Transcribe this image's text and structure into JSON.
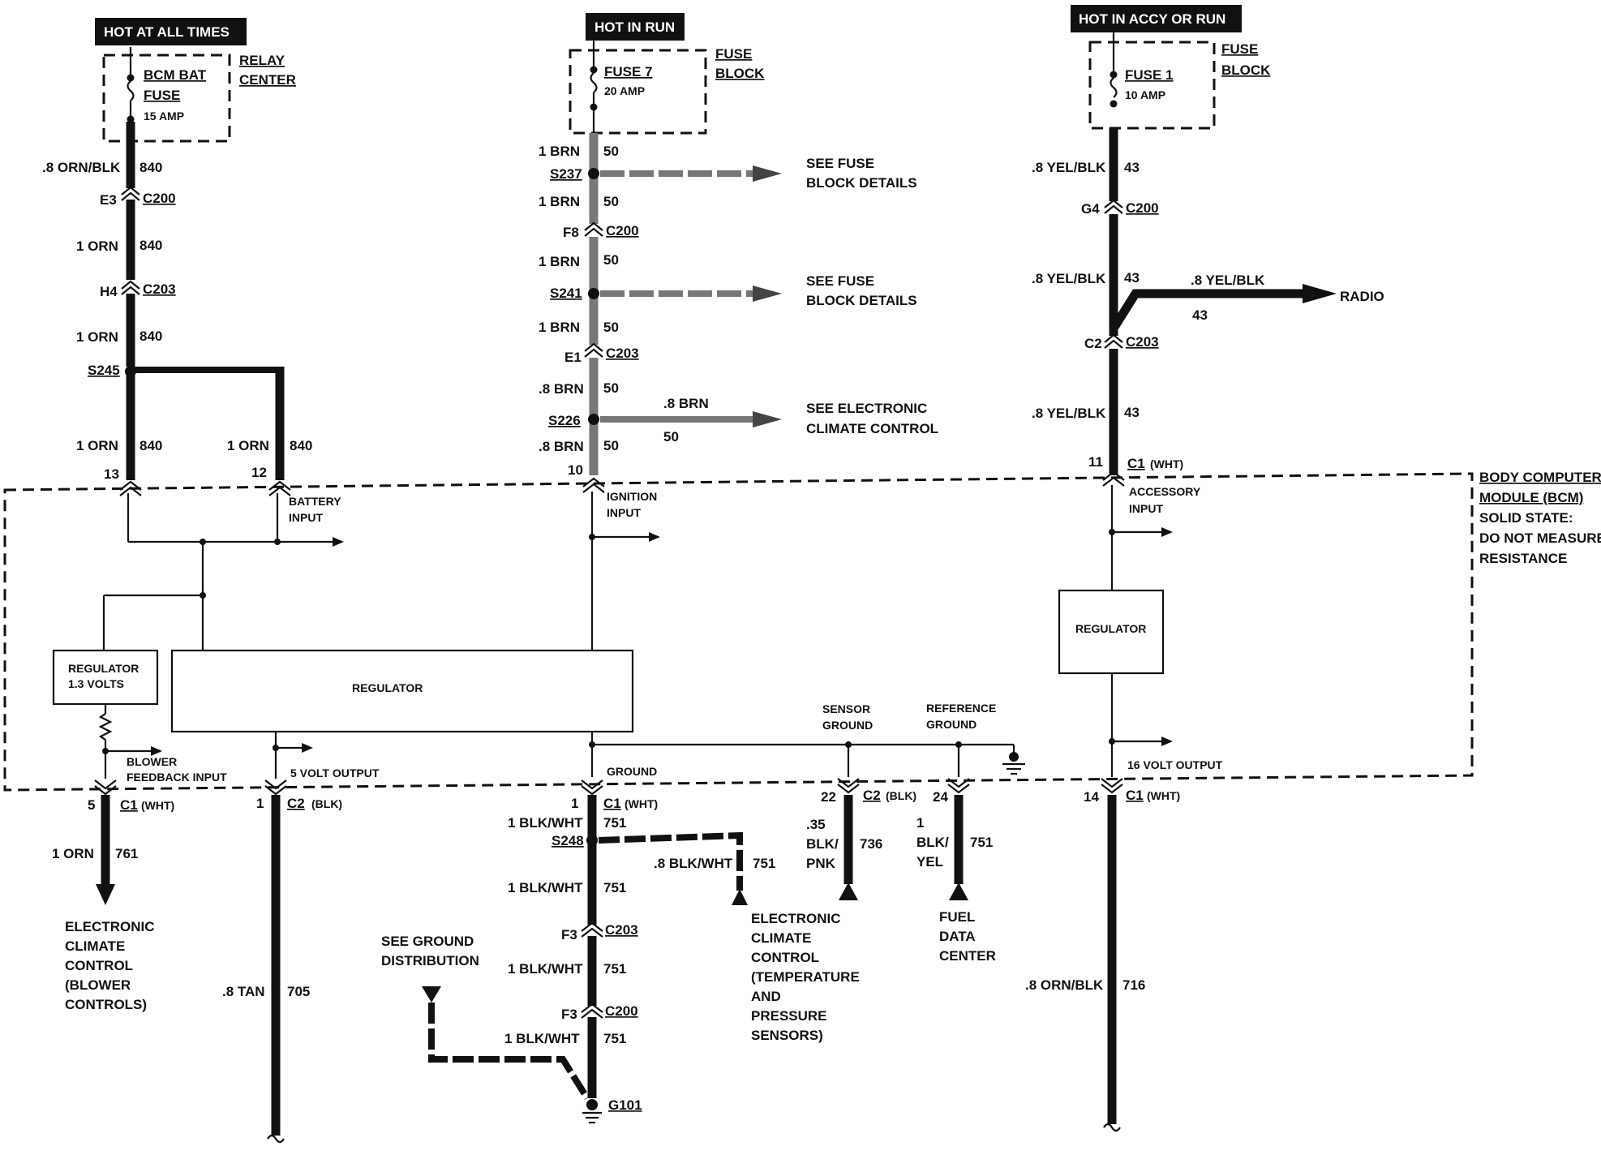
{
  "headers": {
    "hot_always": "HOT AT ALL TIMES",
    "hot_run": "HOT IN RUN",
    "hot_accy": "HOT IN ACCY OR RUN"
  },
  "fuses": {
    "bcm_bat": {
      "name_line1": "BCM BAT",
      "name_line2": "FUSE",
      "rating": "15 AMP",
      "location_line1": "RELAY",
      "location_line2": "CENTER"
    },
    "fuse7": {
      "name": "FUSE 7",
      "rating": "20 AMP",
      "location_line1": "FUSE",
      "location_line2": "BLOCK"
    },
    "fuse1": {
      "name": "FUSE 1",
      "rating": "10 AMP",
      "location_line1": "FUSE",
      "location_line2": "BLOCK"
    }
  },
  "left_column": {
    "w1": ".8 ORN/BLK",
    "c1": "840",
    "conn1_pin": "E3",
    "conn1": "C200",
    "w2": "1 ORN",
    "c2": "840",
    "conn2_pin": "H4",
    "conn2": "C203",
    "w3": "1 ORN",
    "c3": "840",
    "splice": "S245",
    "w4": "1 ORN",
    "c4": "840",
    "w5": "1 ORN",
    "c5": "840",
    "pin13": "13",
    "pin12": "12"
  },
  "mid_column": {
    "w1": "1 BRN",
    "c1": "50",
    "s1": "S237",
    "s1_dest_l1": "SEE FUSE",
    "s1_dest_l2": "BLOCK DETAILS",
    "w2": "1 BRN",
    "c2": "50",
    "conn1_pin": "F8",
    "conn1": "C200",
    "w3": "1 BRN",
    "c3": "50",
    "s2": "S241",
    "s2_dest_l1": "SEE FUSE",
    "s2_dest_l2": "BLOCK DETAILS",
    "w4": "1 BRN",
    "c4": "50",
    "conn2_pin": "E1",
    "conn2": "C203",
    "w5": ".8 BRN",
    "c5": "50",
    "s3": "S226",
    "s3_wire": ".8 BRN",
    "s3_circuit": "50",
    "s3_dest_l1": "SEE ELECTRONIC",
    "s3_dest_l2": "CLIMATE CONTROL",
    "w6": ".8 BRN",
    "c6": "50",
    "pin10": "10"
  },
  "right_column": {
    "w1": ".8 YEL/BLK",
    "c1": "43",
    "conn1_pin": "G4",
    "conn1": "C200",
    "w2": ".8 YEL/BLK",
    "c2": "43",
    "radio_wire": ".8 YEL/BLK",
    "radio_circuit": "43",
    "radio": "RADIO",
    "conn2_pin": "C2",
    "conn2": "C203",
    "w3": ".8 YEL/BLK",
    "c3": "43",
    "pin11": "11",
    "conn3": "C1",
    "conn3_color": "(WHT)"
  },
  "bcm": {
    "title_l1": "BODY COMPUTER",
    "title_l2": "MODULE (BCM)",
    "title_l3": "SOLID STATE:",
    "title_l4": "DO NOT MEASURE",
    "title_l5": "RESISTANCE",
    "battery_input_l1": "BATTERY",
    "battery_input_l2": "INPUT",
    "ignition_input_l1": "IGNITION",
    "ignition_input_l2": "INPUT",
    "accessory_input_l1": "ACCESSORY",
    "accessory_input_l2": "INPUT",
    "regulator_small_l1": "REGULATOR",
    "regulator_small_l2": "1.3 VOLTS",
    "regulator_main": "REGULATOR",
    "regulator_right": "REGULATOR",
    "sensor_ground_l1": "SENSOR",
    "sensor_ground_l2": "GROUND",
    "reference_ground_l1": "REFERENCE",
    "reference_ground_l2": "GROUND",
    "blower_l1": "BLOWER",
    "blower_l2": "FEEDBACK INPUT",
    "five_volt": "5 VOLT OUTPUT",
    "ground": "GROUND",
    "sixteen_volt": "16 VOLT OUTPUT"
  },
  "bottom": {
    "p5": "5",
    "p5_conn": "C1",
    "p5_color": "(WHT)",
    "p5_wire": "1 ORN",
    "p5_circuit": "761",
    "p5_dest": [
      "ELECTRONIC",
      "CLIMATE",
      "CONTROL",
      "(BLOWER",
      "CONTROLS)"
    ],
    "p1b": "1",
    "p1b_conn": "C2",
    "p1b_color": "(BLK)",
    "p1b_wire": ".8 TAN",
    "p1b_circuit": "705",
    "p1": "1",
    "p1_conn": "C1",
    "p1_color": "(WHT)",
    "g_w1": "1 BLK/WHT",
    "g_c1": "751",
    "s248": "S248",
    "s248_wire": ".8 BLK/WHT",
    "s248_circuit": "751",
    "s248_dest": [
      "ELECTRONIC",
      "CLIMATE",
      "CONTROL",
      "(TEMPERATURE",
      "AND",
      "PRESSURE",
      "SENSORS)"
    ],
    "g_w2": "1 BLK/WHT",
    "g_c2": "751",
    "g_conn1_pin": "F3",
    "g_conn1": "C203",
    "g_w3": "1 BLK/WHT",
    "g_c3": "751",
    "g_conn2_pin": "F3",
    "g_conn2": "C200",
    "g_w4": "1 BLK/WHT",
    "g_c4": "751",
    "g101": "G101",
    "see_ground_l1": "SEE GROUND",
    "see_ground_l2": "DISTRIBUTION",
    "p22": "22",
    "p22_conn": "C2",
    "p22_color": "(BLK)",
    "p22_wire_l1": ".35",
    "p22_wire_l2": "BLK/",
    "p22_wire_l3": "PNK",
    "p22_circuit": "736",
    "p24": "24",
    "p24_wire_l1": "1",
    "p24_wire_l2": "BLK/",
    "p24_wire_l3": "YEL",
    "p24_circuit": "751",
    "p24_dest": [
      "FUEL",
      "DATA",
      "CENTER"
    ],
    "p14": "14",
    "p14_conn": "C1",
    "p14_color": "(WHT)",
    "p14_wire": ".8 ORN/BLK",
    "p14_circuit": "716"
  }
}
